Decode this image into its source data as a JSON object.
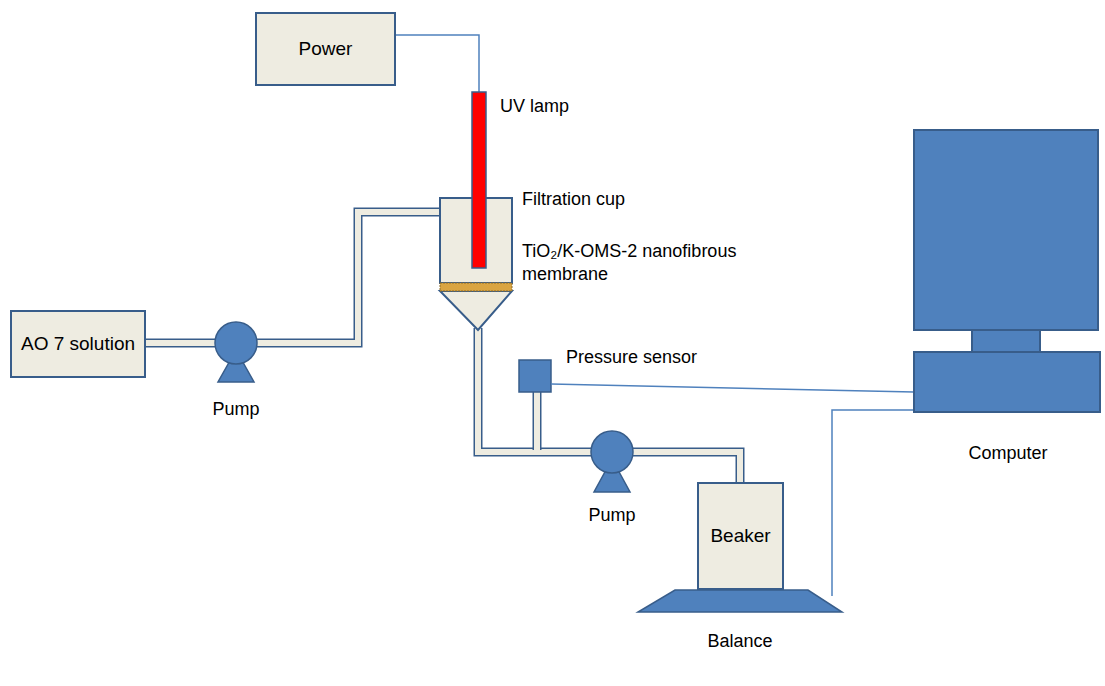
{
  "diagram": {
    "nodes": [
      {
        "text": [
          "Power"
        ]
      },
      {
        "text": [
          "AO 7 solution"
        ]
      },
      {
        "text": [
          "Beaker"
        ]
      }
    ],
    "labels": [
      "UV lamp",
      "Filtration cup",
      "TiO₂/K-OMS-2 nanofibrous membrane",
      "Pump",
      "Pressure sensor",
      "Pump",
      "Computer",
      "Balance"
    ]
  }
}
